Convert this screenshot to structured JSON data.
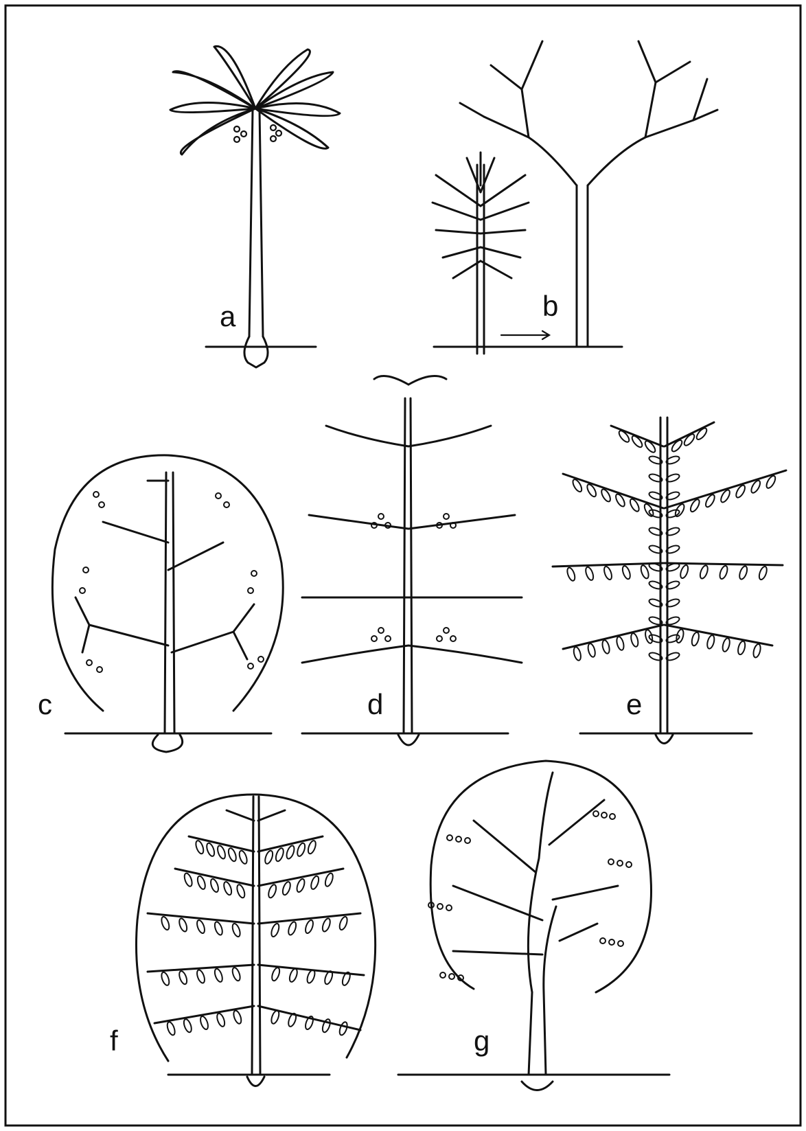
{
  "figure": {
    "labels": [
      "a",
      "b",
      "c",
      "d",
      "e",
      "f",
      "g"
    ]
  },
  "colors": {
    "ink": "#111111",
    "paper": "#ffffff"
  }
}
